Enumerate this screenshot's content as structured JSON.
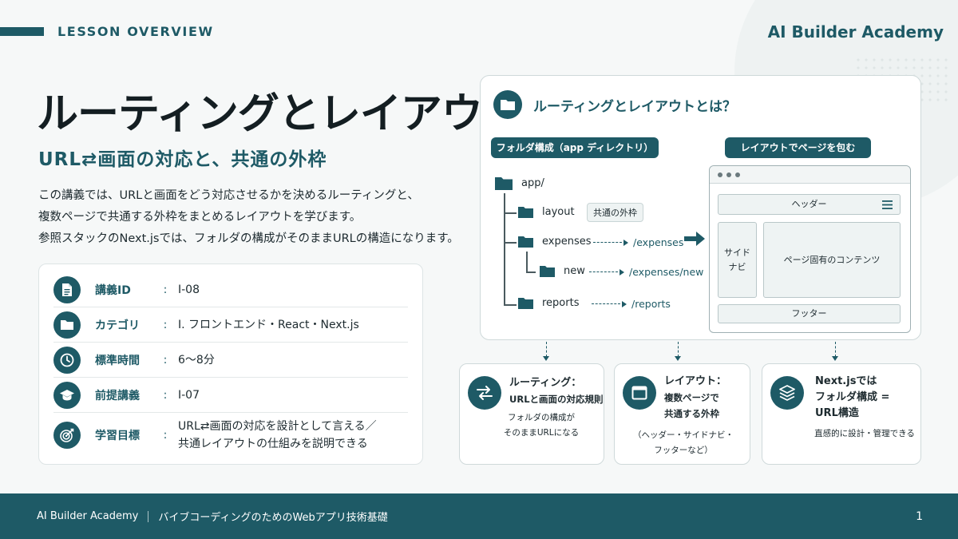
{
  "header": {
    "lesson_tag": "LESSON OVERVIEW",
    "brand": "AI Builder Academy"
  },
  "hero": {
    "title": "ルーティングとレイアウト",
    "subtitle": "URL⇄画面の対応と、共通の外枠",
    "intro": [
      "この講義では、URLと画面をどう対応させるかを決めるルーティングと、",
      "複数ページで共通する外枠をまとめるレイアウトを学びます。",
      "参照スタックのNext.jsでは、フォルダの構成がそのままURLの構造になります。"
    ]
  },
  "info": [
    {
      "icon": "document-icon",
      "label": "講義ID",
      "colon": ":",
      "value": [
        "I-08"
      ]
    },
    {
      "icon": "folder-icon",
      "label": "カテゴリ",
      "colon": ":",
      "value": [
        "I. フロントエンド・React・Next.js"
      ]
    },
    {
      "icon": "clock-icon",
      "label": "標準時間",
      "colon": ":",
      "value": [
        "6〜8分"
      ]
    },
    {
      "icon": "graduation-cap-icon",
      "label": "前提講義",
      "colon": ":",
      "value": [
        "I-07"
      ]
    },
    {
      "icon": "target-icon",
      "label": "学習目標",
      "colon": ":",
      "value": [
        "URL⇄画面の対応を設計として言える／",
        "共通レイアウトの仕組みを説明できる"
      ]
    }
  ],
  "diagram": {
    "title": "ルーティングとレイアウトとは？",
    "left_pill": "フォルダ構成（app ディレクトリ）",
    "right_pill": "レイアウトでページを包む",
    "tree": {
      "root": "app/",
      "layout": "layout",
      "layout_badge": "共通の外枠",
      "expenses": "expenses",
      "expenses_route": "/expenses",
      "new": "new",
      "new_route": "/expenses/new",
      "reports": "reports",
      "reports_route": "/reports"
    },
    "browser": {
      "header": "ヘッダー",
      "sidenav": [
        "サイド",
        "ナビ"
      ],
      "content": "ページ固有のコンテンツ",
      "footer": "フッター"
    }
  },
  "cards": [
    {
      "icon": "swap-arrows-icon",
      "title": [
        "ルーティング：",
        "URLと画面の対応規則"
      ],
      "text": [
        "フォルダの構成が",
        "そのままURLになる"
      ]
    },
    {
      "icon": "window-icon",
      "title": [
        "レイアウト：",
        "複数ページで",
        "共通する外枠"
      ],
      "text": [
        "（ヘッダー・サイドナビ・",
        "フッターなど）"
      ]
    },
    {
      "icon": "layers-icon",
      "title": [
        "Next.jsでは",
        "フォルダ構成 =",
        "URL構造"
      ],
      "text": [
        "直感的に設計・管理できる"
      ]
    }
  ],
  "footer": {
    "brand": "AI Builder Academy",
    "course": "バイブコーディングのためのWebアプリ技術基礎",
    "page": "1"
  },
  "colors": {
    "accent": "#1e5a66",
    "background": "#f6f8f8"
  }
}
